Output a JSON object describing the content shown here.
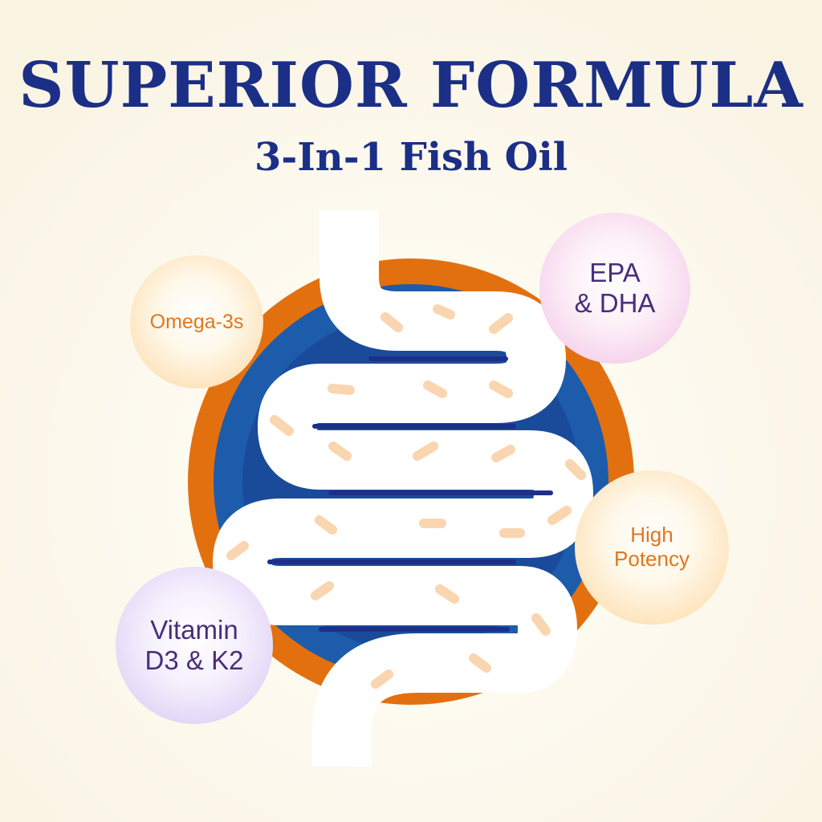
{
  "header": {
    "title": "SUPERIOR FORMULA",
    "subtitle": "3-In-1 Fish Oil"
  },
  "badges": {
    "omega": {
      "line1": "Omega-3s"
    },
    "epa": {
      "line1": "EPA",
      "line2": "& DHA"
    },
    "potency": {
      "line1": "High",
      "line2": "Potency"
    },
    "vitamin": {
      "line1": "Vitamin",
      "line2": "D3 & K2"
    }
  },
  "colors": {
    "title": "#1b2f86",
    "ring_outer": "#e3700f",
    "ring_inner": "#1d5cab",
    "intestine": "#ffffff",
    "fold_line": "#1d2f8a",
    "dot": "#f9d5b0",
    "orange_text": "#e2761b",
    "purple_text": "#4a2d7c"
  }
}
